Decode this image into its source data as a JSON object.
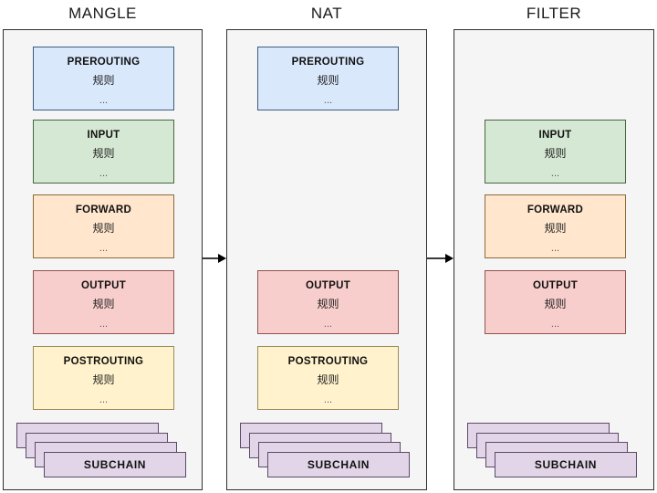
{
  "colors": {
    "container_fill": "#f5f5f5",
    "container_border": "#2f2f2f",
    "blue": {
      "fill": "#dae8fc",
      "border": "#3c5a7d"
    },
    "green": {
      "fill": "#d5e8d4",
      "border": "#47663f"
    },
    "orange": {
      "fill": "#ffe6cc",
      "border": "#8a6a3a"
    },
    "red": {
      "fill": "#f8cecc",
      "border": "#8f5350"
    },
    "yellow": {
      "fill": "#fff2cc",
      "border": "#998c58"
    },
    "purple": {
      "fill": "#e1d5e7",
      "border": "#5d4a6b"
    }
  },
  "tables": [
    {
      "id": "mangle",
      "title": "MANGLE",
      "chains": [
        {
          "name": "PREROUTING",
          "rules": "规则",
          "ellipsis": "...",
          "color": "blue",
          "row": 0
        },
        {
          "name": "INPUT",
          "rules": "规则",
          "ellipsis": "...",
          "color": "green",
          "row": 1
        },
        {
          "name": "FORWARD",
          "rules": "规则",
          "ellipsis": "...",
          "color": "orange",
          "row": 2
        },
        {
          "name": "OUTPUT",
          "rules": "规则",
          "ellipsis": "...",
          "color": "red",
          "row": 3
        },
        {
          "name": "POSTROUTING",
          "rules": "规则",
          "ellipsis": "...",
          "color": "yellow",
          "row": 4
        }
      ],
      "subchain": {
        "label": "SUBCHAIN",
        "color": "purple",
        "stack_count": 4
      }
    },
    {
      "id": "nat",
      "title": "NAT",
      "chains": [
        {
          "name": "PREROUTING",
          "rules": "规则",
          "ellipsis": "...",
          "color": "blue",
          "row": 0
        },
        {
          "name": "OUTPUT",
          "rules": "规则",
          "ellipsis": "...",
          "color": "red",
          "row": 3
        },
        {
          "name": "POSTROUTING",
          "rules": "规则",
          "ellipsis": "...",
          "color": "yellow",
          "row": 4
        }
      ],
      "subchain": {
        "label": "SUBCHAIN",
        "color": "purple",
        "stack_count": 4
      }
    },
    {
      "id": "filter",
      "title": "FILTER",
      "chains": [
        {
          "name": "INPUT",
          "rules": "规则",
          "ellipsis": "...",
          "color": "green",
          "row": 1
        },
        {
          "name": "FORWARD",
          "rules": "规则",
          "ellipsis": "...",
          "color": "orange",
          "row": 2
        },
        {
          "name": "OUTPUT",
          "rules": "规则",
          "ellipsis": "...",
          "color": "red",
          "row": 3
        }
      ],
      "subchain": {
        "label": "SUBCHAIN",
        "color": "purple",
        "stack_count": 4
      }
    }
  ],
  "arrows": [
    {
      "from": "MANGLE",
      "to": "NAT"
    },
    {
      "from": "NAT",
      "to": "FILTER"
    }
  ]
}
